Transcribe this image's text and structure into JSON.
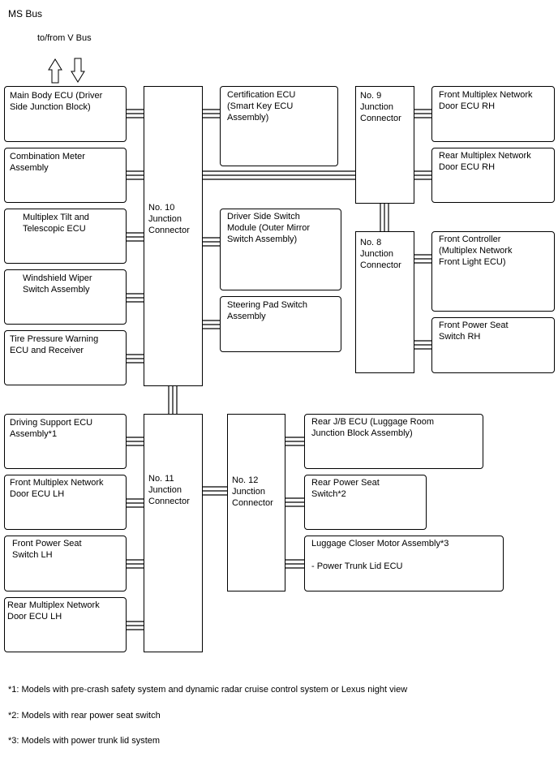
{
  "header": {
    "bus_title": "MS Bus",
    "vbus_label": "to/from V Bus"
  },
  "ecus": {
    "main_body": "Main Body ECU (Driver\nSide Junction Block)",
    "combination_meter": "Combination Meter\nAssembly",
    "tilt_telescopic": "Multiplex Tilt and\nTelescopic ECU",
    "wiper_switch": "Windshield Wiper\nSwitch Assembly",
    "tire_pressure": "Tire Pressure Warning\nECU and Receiver",
    "certification": "Certification ECU\n(Smart Key ECU\nAssembly)",
    "driver_side_switch": "Driver Side Switch\nModule (Outer Mirror\nSwitch Assembly)",
    "steering_pad": "Steering Pad Switch\nAssembly",
    "front_door_rh": "Front Multiplex Network\nDoor ECU RH",
    "rear_door_rh": "Rear Multiplex Network\nDoor ECU RH",
    "front_controller": "Front Controller\n(Multiplex Network\nFront Light ECU)",
    "front_seat_rh": "Front Power Seat\nSwitch RH",
    "driving_support": "Driving Support ECU\nAssembly*1",
    "front_door_lh": "Front Multiplex Network\nDoor ECU LH",
    "front_seat_lh": "Front Power Seat\nSwitch LH",
    "rear_door_lh": "Rear Multiplex Network\nDoor ECU LH",
    "rear_jb": "Rear J/B ECU (Luggage Room\nJunction Block Assembly)",
    "rear_seat": "Rear Power Seat\nSwitch*2",
    "luggage_closer": "Luggage Closer Motor Assembly*3\n\n- Power Trunk Lid ECU"
  },
  "connectors": {
    "no10": "No. 10\nJunction\nConnector",
    "no11": "No. 11\nJunction\nConnector",
    "no12": "No. 12\nJunction\nConnector",
    "no9": "No. 9\nJunction\nConnector",
    "no8": "No. 8\nJunction\nConnector"
  },
  "notes": {
    "note1": "*1: Models with pre-crash safety system and dynamic radar cruise control system or Lexus night view",
    "note2": "*2: Models with rear power seat switch",
    "note3": "*3: Models with power trunk lid system"
  }
}
